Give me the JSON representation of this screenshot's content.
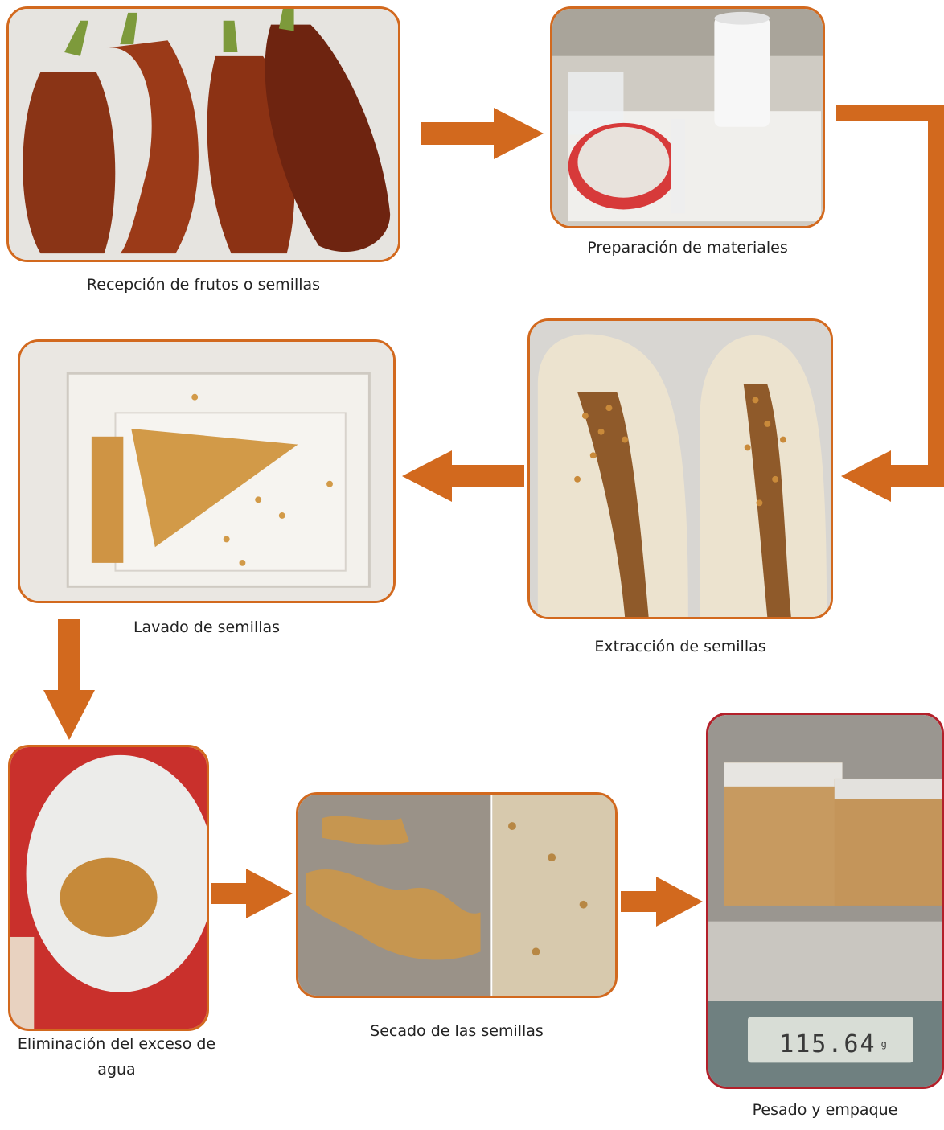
{
  "colors": {
    "accent": "#d2691e",
    "scale_border": "#b3202a"
  },
  "steps": [
    {
      "id": "recepcion",
      "label": "Recepción de frutos o semillas",
      "image": "eggplants-photo"
    },
    {
      "id": "preparacion",
      "label": "Preparación de materiales",
      "image": "materials-photo"
    },
    {
      "id": "extraccion",
      "label": "Extracción de semillas",
      "image": "cut-eggplant-photo"
    },
    {
      "id": "lavado",
      "label": "Lavado de semillas",
      "image": "washing-tray-photo"
    },
    {
      "id": "eliminacion",
      "label": "Eliminación del exceso de agua",
      "image": "strainer-photo"
    },
    {
      "id": "secado",
      "label": "Secado de las semillas",
      "image": "drying-seeds-photo"
    },
    {
      "id": "pesado",
      "label": "Pesado y empaque",
      "image": "scale-photo"
    }
  ],
  "scale_display": "115.64",
  "scale_unit": "g"
}
